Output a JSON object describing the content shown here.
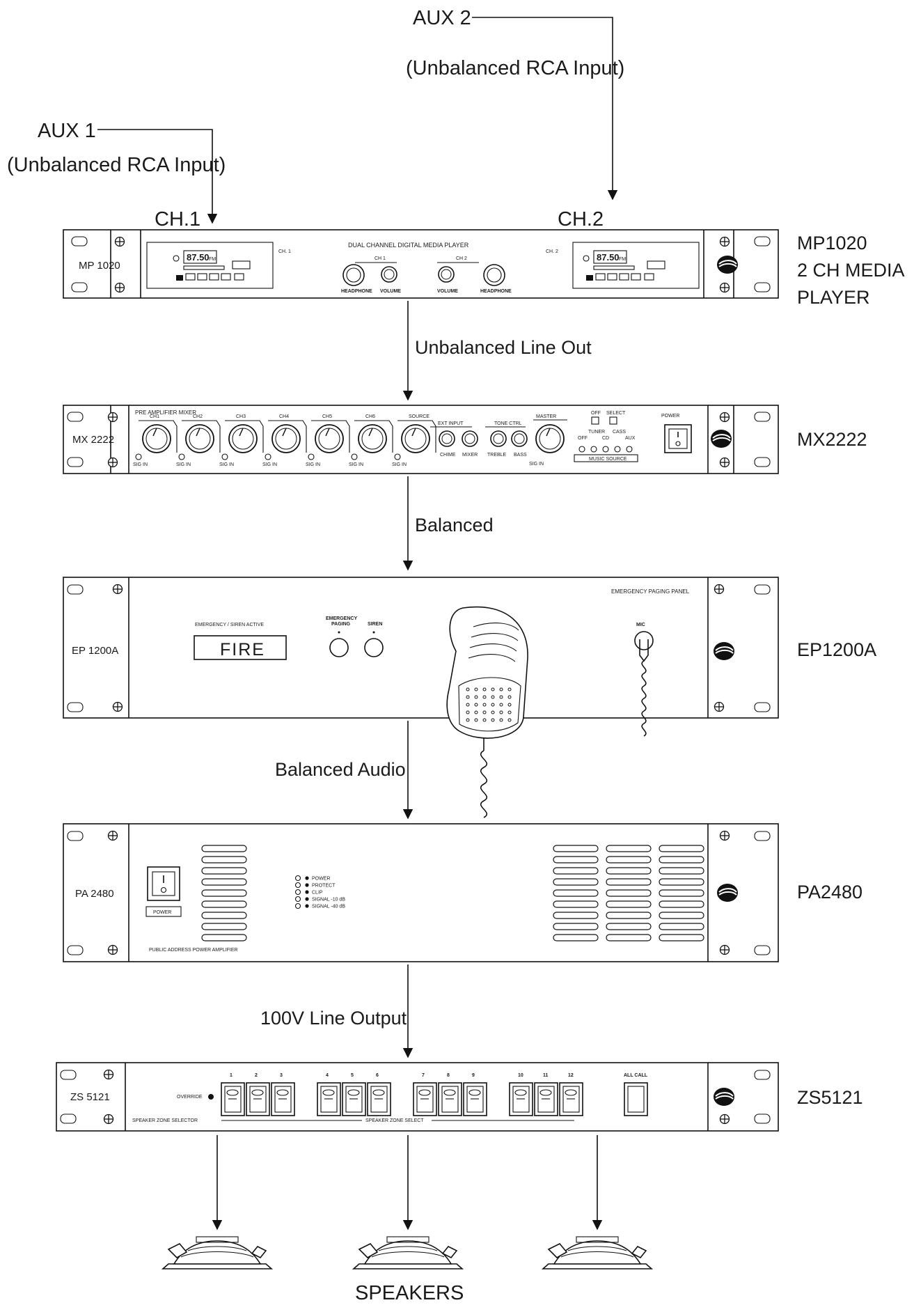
{
  "inputs": {
    "aux1": {
      "label": "AUX 1",
      "sub": "(Unbalanced RCA Input)"
    },
    "aux2": {
      "label": "AUX 2",
      "sub": "(Unbalanced RCA Input)"
    }
  },
  "mp1020": {
    "name_line1": "MP1020",
    "name_line2": "2 CH MEDIA",
    "name_line3": "PLAYER",
    "model_plate": "MP 1020",
    "ch1_label": "CH.1",
    "ch2_label": "CH.2",
    "panel_title": "DUAL CHANNEL DIGITAL MEDIA PLAYER",
    "ch1_small": "CH. 1",
    "ch2_small": "CH. 2",
    "knob_ch1": "CH 1",
    "knob_ch2": "CH 2",
    "display_value": "87.50",
    "display_unit": "FM",
    "headphone": "HEADPHONE",
    "volume": "VOLUME"
  },
  "link1": "Unbalanced Line Out",
  "mx2222": {
    "name": "MX2222",
    "model_plate": "MX 2222",
    "panel_title": "PRE AMPLIFIER MIXER",
    "channels": [
      "CH1",
      "CH2",
      "CH3",
      "CH4",
      "CH5",
      "CH6",
      "SOURCE"
    ],
    "sig_in": "SIG IN",
    "ext_input": "EXT INPUT",
    "chime": "CHIME",
    "mixer": "MIXER",
    "tone_ctrl": "TONE CTRL",
    "treble": "TREBLE",
    "bass": "BASS",
    "master": "MASTER",
    "off": "OFF",
    "select": "SELECT",
    "tuner": "TUNER",
    "cass": "CASS",
    "cd": "CD",
    "aux": "AUX",
    "music_source": "MUSIC SOURCE",
    "power": "POWER"
  },
  "link2": "Balanced",
  "ep1200a": {
    "name": "EP1200A",
    "model_plate": "EP 1200A",
    "panel_title": "EMERGENCY PAGING PANEL",
    "status_label": "EMERGENCY / SIREN ACTIVE",
    "status_value": "FIRE",
    "btn1_line1": "EMERGENCY",
    "btn1_line2": "PAGING",
    "btn2": "SIREN",
    "mic": "MIC"
  },
  "link3": "Balanced Audio",
  "pa2480": {
    "name": "PA2480",
    "model_plate": "PA 2480",
    "power": "POWER",
    "panel_title": "PUBLIC ADDRESS POWER AMPLIFIER",
    "leds": [
      "POWER",
      "PROTECT",
      "CLIP",
      "SIGNAL -10 dB",
      "SIGNAL -40 dB"
    ]
  },
  "link4": "100V Line Output",
  "zs5121": {
    "name": "ZS5121",
    "model_plate": "ZS 5121",
    "override": "OVERRIDE",
    "panel_title": "SPEAKER ZONE SELECTOR",
    "zone_select": "SPEAKER ZONE SELECT",
    "zones": [
      "1",
      "2",
      "3",
      "4",
      "5",
      "6",
      "7",
      "8",
      "9",
      "10",
      "11",
      "12"
    ],
    "all_call": "ALL CALL"
  },
  "speakers_label": "SPEAKERS"
}
